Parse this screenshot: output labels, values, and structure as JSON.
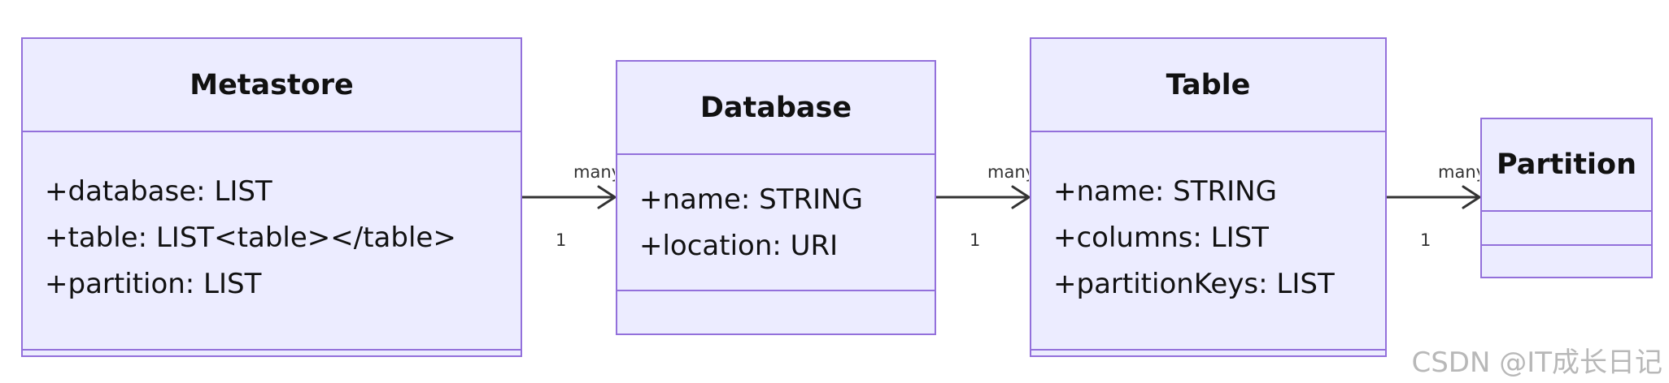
{
  "classes": [
    {
      "name": "Metastore",
      "attributes": [
        "+database: LIST",
        "+table: LIST<table></table>",
        "+partition: LIST"
      ]
    },
    {
      "name": "Database",
      "attributes": [
        "+name: STRING",
        "+location: URI"
      ]
    },
    {
      "name": "Table",
      "attributes": [
        "+name: STRING",
        "+columns: LIST",
        "+partitionKeys: LIST"
      ]
    },
    {
      "name": "Partition",
      "attributes": []
    }
  ],
  "relations": [
    {
      "from": "Metastore",
      "to": "Database",
      "from_multiplicity": "1",
      "to_multiplicity": "many"
    },
    {
      "from": "Database",
      "to": "Table",
      "from_multiplicity": "1",
      "to_multiplicity": "many"
    },
    {
      "from": "Table",
      "to": "Partition",
      "from_multiplicity": "1",
      "to_multiplicity": "many"
    }
  ],
  "colors": {
    "box_fill": "#ececff",
    "box_border": "#9370db",
    "edge": "#333333",
    "text": "#111111"
  },
  "watermark": "CSDN @IT成长日记"
}
